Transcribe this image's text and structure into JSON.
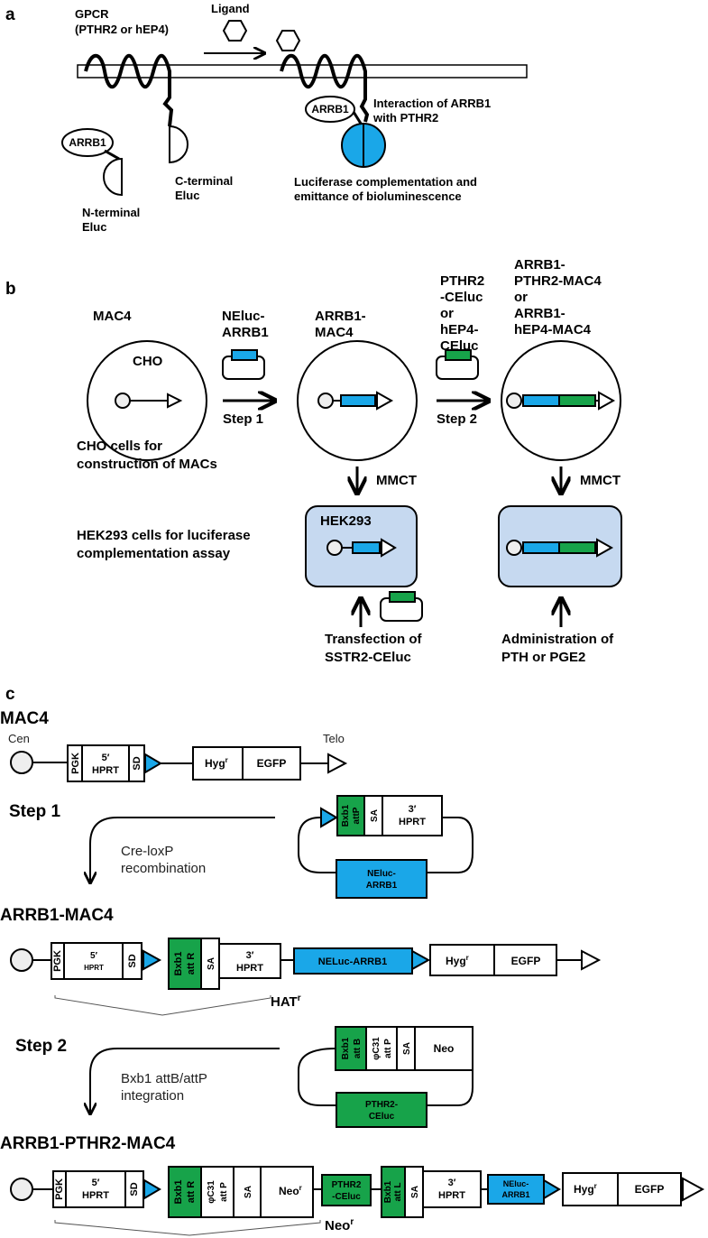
{
  "colors": {
    "blue": "#1aa7e8",
    "green": "#17a34a",
    "cell_fill": "#c6d9f0"
  },
  "panel_a": {
    "letter": "a",
    "gpcr_line1": "GPCR",
    "gpcr_line2": "(PTHR2 or hEP4)",
    "ligand": "Ligand",
    "arrb1_left": "ARRB1",
    "arrb1_right": "ARRB1",
    "interaction_line1": "Interaction of ARRB1",
    "interaction_line2": "with PTHR2",
    "cterm_line1": "C-terminal",
    "cterm_line2": "Eluc",
    "nterm_line1": "N-terminal",
    "nterm_line2": "Eluc",
    "lucif_line1": "Luciferase complementation and",
    "lucif_line2": "emittance of bioluminescence"
  },
  "panel_b": {
    "letter": "b",
    "mac4": "MAC4",
    "cho": "CHO",
    "neluc_line1": "NEluc-",
    "neluc_line2": "ARRB1",
    "step1": "Step 1",
    "arrb1mac4_line1": "ARRB1-",
    "arrb1mac4_line2": "MAC4",
    "pthr2_line1": "PTHR2",
    "pthr2_line2": "-CEluc",
    "pthr2_line3": "or",
    "pthr2_line4": "hEP4-",
    "pthr2_line5": "CEluc",
    "step2": "Step 2",
    "final_line1": "ARRB1-",
    "final_line2": "PTHR2-MAC4",
    "final_line3": "or",
    "final_line4": "ARRB1-",
    "final_line5": "hEP4-MAC4",
    "cho_cells_line1": "CHO cells for",
    "cho_cells_line2": "construction of MACs",
    "mmct_left": "MMCT",
    "mmct_right": "MMCT",
    "hek_cells_line1": "HEK293 cells for luciferase",
    "hek_cells_line2": "complementation assay",
    "hek293": "HEK293",
    "transfection_line1": "Transfection of",
    "transfection_line2": "SSTR2-CEluc",
    "admin_line1": "Administration of",
    "admin_line2": "PTH or PGE2"
  },
  "panel_c": {
    "letter": "c",
    "mac4_title": "MAC4",
    "cen": "Cen",
    "telo": "Telo",
    "pgk": "PGK",
    "hprt5_line1": "5′",
    "hprt5_line2": "HPRT",
    "sd": "SD",
    "hyg": "Hyg",
    "hyg_sup": "r",
    "egfp": "EGFP",
    "step1": "Step 1",
    "cre_line1": "Cre-loxP",
    "cre_line2": "recombination",
    "bxb1": "Bxb1",
    "attp": "attP",
    "sa": "SA",
    "hprt3_line1": "3′",
    "hprt3_line2": "HPRT",
    "neluc_line1": "NEluc-",
    "neluc_line2": "ARRB1",
    "arrb1mac4_title": "ARRB1-MAC4",
    "att_r": "att R",
    "neluc_arrb1": "NELuc-ARRB1",
    "hat": "HAT",
    "hat_sup": "r",
    "step2": "Step 2",
    "att_b": "att B",
    "phic31": "φC31",
    "att_p": "att P",
    "neo": "Neo",
    "pthr2_line1": "PTHR2-",
    "pthr2_line2": "CEluc",
    "bxb1_int_line1": "Bxb1 attB/attP",
    "bxb1_int_line2": "integration",
    "final_title": "ARRB1-PTHR2-MAC4",
    "neor": "Neo",
    "neor_sup": "r",
    "pthr2_short_line1": "PTHR2",
    "pthr2_short_line2": "-CEluc",
    "att_l": "att L",
    "neor_bottom": "Neo",
    "neor_bottom_sup": "r"
  }
}
